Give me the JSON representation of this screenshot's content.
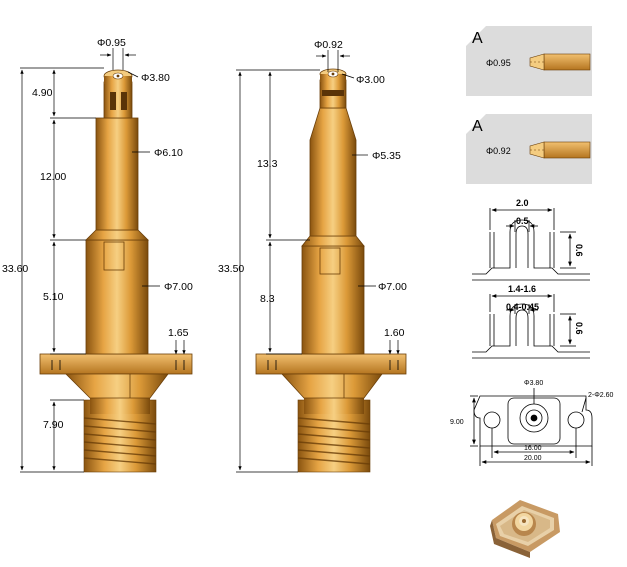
{
  "left_part": {
    "tip_dia": "Φ0.95",
    "head_dia": "Φ3.80",
    "tip_len": "4.90",
    "upper_len": "12.00",
    "upper_dia": "Φ6.10",
    "total_len": "33.60",
    "mid_len": "5.10",
    "mid_dia": "Φ7.00",
    "flange_th": "1.65",
    "thread_len": "7.90"
  },
  "right_part": {
    "tip_dia": "Φ0.92",
    "head_dia": "Φ3.00",
    "upper_len": "13.3",
    "upper_dia": "Φ5.35",
    "total_len": "33.50",
    "mid_len": "8.3",
    "mid_dia": "Φ7.00",
    "flange_th": "1.60"
  },
  "detail_a1": {
    "letter": "A",
    "dia": "Φ0.95"
  },
  "detail_a2": {
    "letter": "A",
    "dia": "Φ0.92"
  },
  "clip1": {
    "width": "2.0",
    "gap": "0.5",
    "height": "0.6"
  },
  "clip2": {
    "width": "1.4-1.6",
    "gap": "0.4-0.45",
    "height": "0.6"
  },
  "footprint": {
    "center_dia": "Φ3.80",
    "hole": "2-Φ2.60",
    "height": "9.00",
    "pitch": "16.00",
    "width": "20.00"
  },
  "colors": {
    "brass_dark": "#a8681a",
    "brass_mid": "#e0a040",
    "brass_light": "#f4cc80",
    "panel_gray": "#dcdcdc"
  }
}
